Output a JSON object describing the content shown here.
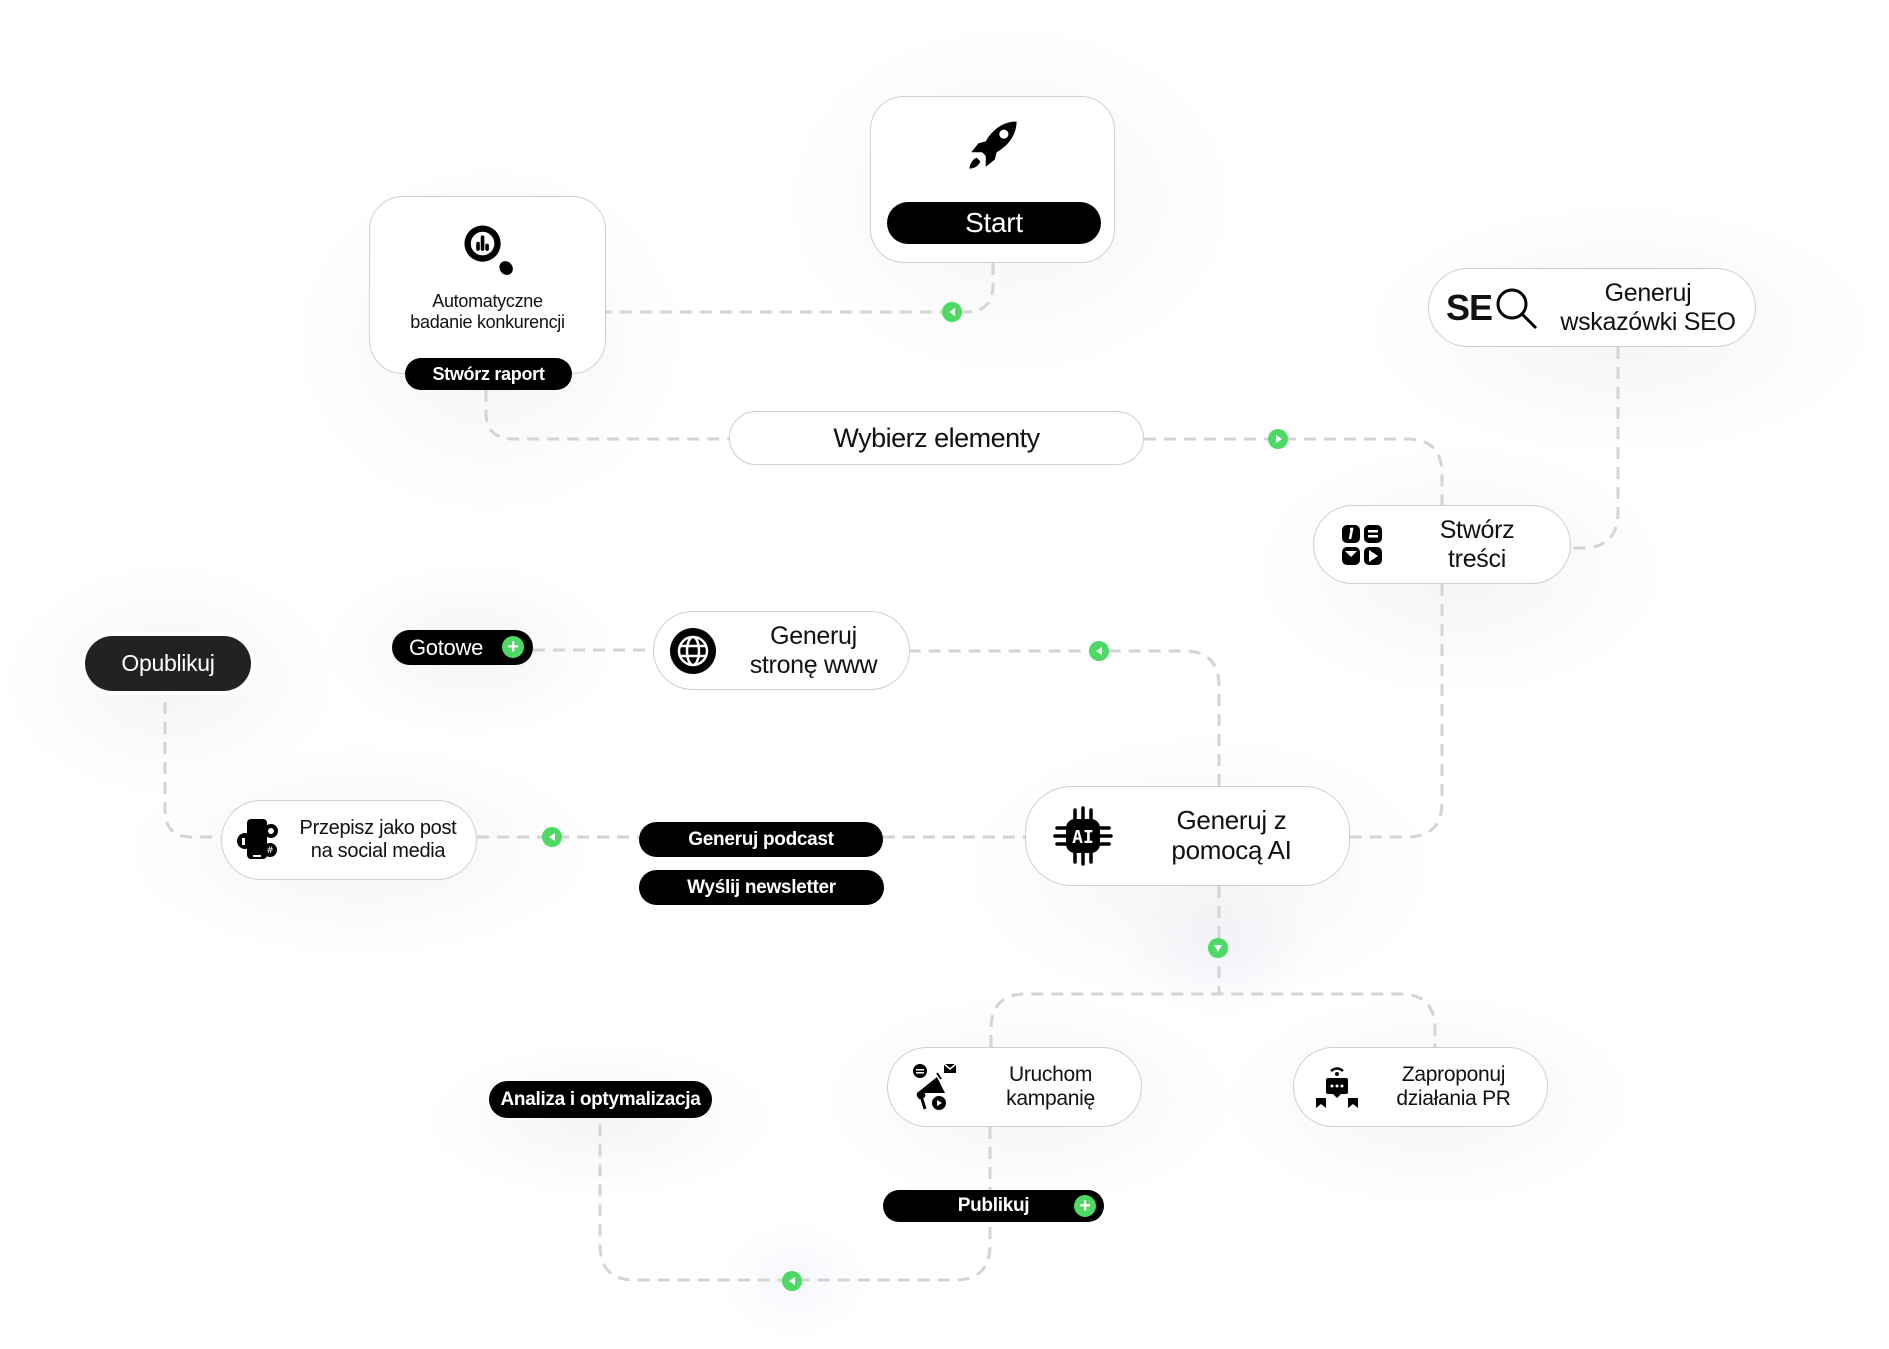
{
  "colors": {
    "accent": "#4cd964",
    "pill": "#000000",
    "pill_soft": "#222222",
    "wire": "#d4d4d4",
    "border": "#cfcfcf"
  },
  "nodes": {
    "start": {
      "icon": "rocket-icon",
      "button": "Start"
    },
    "competition": {
      "icon": "search-chart-icon",
      "line1": "Automatyczne",
      "line2": "badanie konkurencji",
      "button": "Stwórz raport"
    },
    "select": {
      "label": "Wybierz elementy"
    },
    "seo": {
      "icon": "seo-search-icon",
      "icon_text": "SE",
      "line1": "Generuj",
      "line2": "wskazówki SEO"
    },
    "content": {
      "icon": "content-grid-icon",
      "line1": "Stwórz",
      "line2": "treści"
    },
    "website": {
      "icon": "globe-icon",
      "line1": "Generuj",
      "line2": "stronę www"
    },
    "done": {
      "label": "Gotowe",
      "icon": "plus-icon"
    },
    "publish": {
      "label": "Opublikuj"
    },
    "social": {
      "icon": "social-media-icon",
      "line1": "Przepisz jako post",
      "line2": "na social media"
    },
    "podcast": {
      "label": "Generuj podcast"
    },
    "newsletter": {
      "label": "Wyślij newsletter"
    },
    "ai": {
      "icon": "ai-chip-icon",
      "icon_text": "AI",
      "line1": "Generuj z",
      "line2": "pomocą AI"
    },
    "campaign": {
      "icon": "megaphone-icon",
      "line1": "Uruchom",
      "line2": "kampanię"
    },
    "pr": {
      "icon": "pr-speaker-icon",
      "line1": "Zaproponuj",
      "line2": "działania PR"
    },
    "publikuj": {
      "label": "Publikuj",
      "icon": "plus-icon"
    },
    "analysis": {
      "label": "Analiza i optymalizacja"
    }
  },
  "arrows": [
    {
      "name": "arrow-start-to-competition",
      "direction": "left"
    },
    {
      "name": "arrow-select-to-content",
      "direction": "right"
    },
    {
      "name": "arrow-ai-to-website",
      "direction": "left"
    },
    {
      "name": "arrow-to-social",
      "direction": "left"
    },
    {
      "name": "arrow-ai-down",
      "direction": "down"
    },
    {
      "name": "arrow-to-analysis",
      "direction": "left"
    }
  ]
}
